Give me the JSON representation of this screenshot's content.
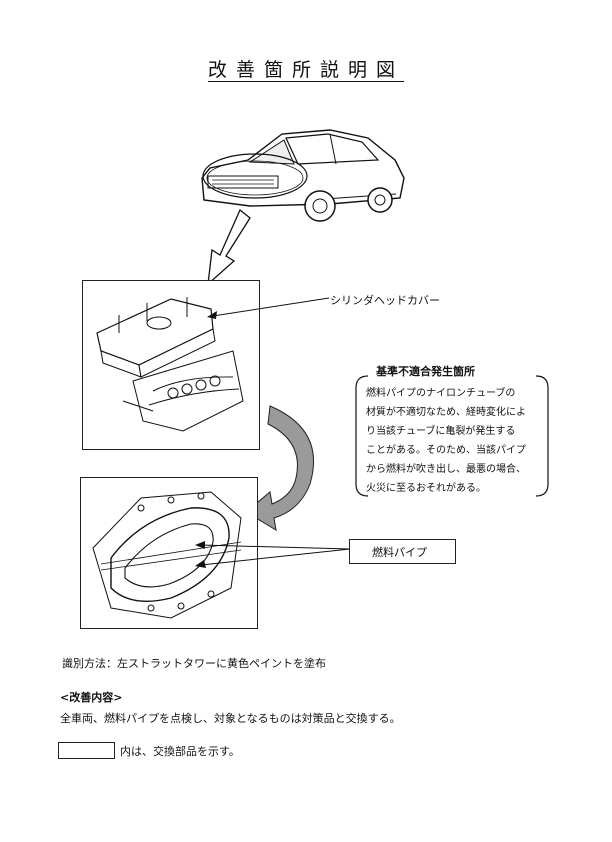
{
  "title": "改善箇所説明図",
  "callouts": {
    "cylinder_head_cover": "シリンダヘッドカバー",
    "fuel_pipe": "燃料パイプ"
  },
  "defect": {
    "heading": "基準不適合発生箇所",
    "lines": [
      "燃料パイプのナイロンチューブの",
      "材質が不適切なため、経時変化によ",
      "り当該チューブに亀裂が発生する",
      "ことがある。そのため、当該パイプ",
      "から燃料が吹き出し、最悪の場合、",
      "火災に至るおそれがある。"
    ]
  },
  "identification": "識別方法：左ストラットタワーに黄色ペイントを塗布",
  "improvement": {
    "heading": "<改善内容>",
    "text": "全車両、燃料パイプを点検し、対象となるものは対策品と交換する。"
  },
  "legend": {
    "text": "内は、交換部品を示す。"
  }
}
